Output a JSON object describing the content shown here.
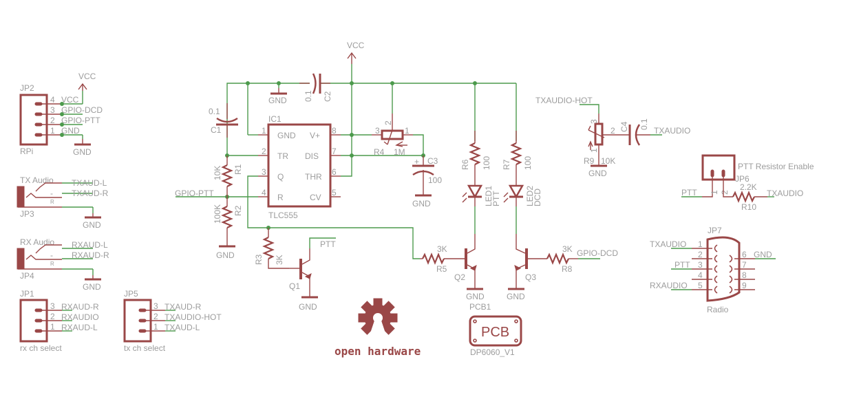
{
  "schematic": {
    "colors": {
      "wire": "#4c9a4c",
      "part": "#9a4747",
      "label": "#9c9c9c"
    },
    "power": {
      "vcc": "VCC",
      "gnd": "GND"
    },
    "jp2": {
      "name": "JP2",
      "value": "RPi",
      "pins": [
        "4",
        "3",
        "2",
        "1"
      ],
      "nets": [
        "VCC",
        "GPIO-DCD",
        "GPIO-PTT",
        "GND"
      ]
    },
    "jp3": {
      "name": "JP3",
      "title": "TX Audio",
      "nets": [
        "TXAUD-L",
        "TXAUD-R"
      ],
      "tip": "-",
      "ring": "R"
    },
    "jp4": {
      "name": "JP4",
      "title": "RX Audio",
      "nets": [
        "RXAUD-L",
        "RXAUD-R"
      ],
      "tip": "-",
      "ring": "R"
    },
    "jp1": {
      "name": "JP1",
      "value": "rx ch select",
      "pins": [
        "3",
        "2",
        "1"
      ],
      "nets": [
        "RXAUD-R",
        "RXAUDIO",
        "RXAUD-L"
      ]
    },
    "jp5": {
      "name": "JP5",
      "value": "tx ch select",
      "pins": [
        "3",
        "2",
        "1"
      ],
      "nets": [
        "TXAUD-R",
        "TXAUDIO-HOT",
        "TXAUD-L"
      ]
    },
    "ic1": {
      "name": "IC1",
      "value": "TLC555",
      "left_pins": [
        {
          "n": "1",
          "l": "GND"
        },
        {
          "n": "2",
          "l": "TR"
        },
        {
          "n": "3",
          "l": "Q"
        },
        {
          "n": "4",
          "l": "R"
        }
      ],
      "right_pins": [
        {
          "n": "8",
          "l": "V+"
        },
        {
          "n": "7",
          "l": "DIS"
        },
        {
          "n": "6",
          "l": "THR"
        },
        {
          "n": "5",
          "l": "CV"
        }
      ]
    },
    "c1": {
      "name": "C1",
      "value": "0.1"
    },
    "c2": {
      "name": "C2",
      "value": "0.1"
    },
    "c3": {
      "name": "C3",
      "value": "100",
      "plus": "+"
    },
    "c4": {
      "name": "C4",
      "value": "0.1"
    },
    "r1": {
      "name": "R1",
      "value": "10K"
    },
    "r2": {
      "name": "R2",
      "value": "100K"
    },
    "r3": {
      "name": "R3",
      "value": "3K"
    },
    "r4": {
      "name": "R4",
      "value": "1M",
      "pins": [
        "3",
        "2",
        "1"
      ]
    },
    "r5": {
      "name": "R5",
      "value": "3K"
    },
    "r6": {
      "name": "R6",
      "value": "100"
    },
    "r7": {
      "name": "R7",
      "value": "100"
    },
    "r8": {
      "name": "R8",
      "value": "3K"
    },
    "r9": {
      "name": "R9",
      "value": "10K",
      "pins": [
        "3",
        "2",
        "1"
      ]
    },
    "r10": {
      "name": "R10",
      "value": "2.2K"
    },
    "led1": {
      "name": "LED1",
      "value": "PTT"
    },
    "led2": {
      "name": "LED2",
      "value": "DCD"
    },
    "q1": {
      "name": "Q1"
    },
    "q2": {
      "name": "Q2"
    },
    "q3": {
      "name": "Q3"
    },
    "jp6": {
      "name": "JP6",
      "value": "PTT Resistor Enable",
      "pins": [
        "1",
        "2"
      ]
    },
    "jp7": {
      "name": "JP7",
      "value": "Radio",
      "left_pins": [
        "1",
        "2",
        "3",
        "4",
        "5"
      ],
      "right_pins": [
        "6",
        "7",
        "8",
        "9"
      ]
    },
    "pcb1": {
      "name": "PCB1",
      "value": "DP6060_V1",
      "body": "PCB"
    },
    "logo": {
      "text": "open hardware"
    },
    "nets": {
      "gpio_ptt": "GPIO-PTT",
      "gpio_dcd": "GPIO-DCD",
      "ptt": "PTT",
      "txaudio_hot": "TXAUDIO-HOT",
      "txaudio": "TXAUDIO",
      "rxaudio": "RXAUDIO",
      "gnd": "GND"
    }
  }
}
